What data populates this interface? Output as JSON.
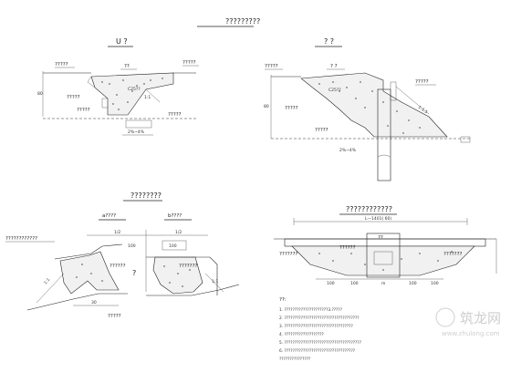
{
  "main_title": "?????????",
  "top_left": {
    "title": "U ?",
    "label_slope_top": "??",
    "label_right": "?????",
    "label_left": "?????",
    "label_mid": "?????",
    "label_low_left": "?????",
    "label_concrete": "C25??",
    "label_low_right": "?????",
    "dim_height": "80",
    "slope_ratio": "1:1",
    "gradient": "2%~4%"
  },
  "top_right": {
    "title": "? ?",
    "label_slope_top": "? ?",
    "label_right": "?????",
    "label_left": "?????",
    "label_mid": "?????",
    "label_low": "?????",
    "label_concrete": "C25??",
    "dim_height": "80",
    "slope_ratio": "1:1.5",
    "gradient": "2%~4%"
  },
  "bottom_left": {
    "title": "????????",
    "sub_a": "a????",
    "sub_b": "b????",
    "dim_top_left": "1/2",
    "dim_top_right": "1/2",
    "dim_small_left": "100",
    "dim_small_right": "100",
    "label_left": "????????????",
    "label_mid": "??????",
    "label_right": "???????",
    "label_below": "?????",
    "question": "?",
    "slope_left": "1:1",
    "slope_right": "1:1",
    "dim_bottom": "30"
  },
  "bottom_right": {
    "title": "????????????",
    "dim_top": "L—1401( 60)",
    "label_box": "??",
    "label_left": "???????",
    "label_mid": "??????",
    "label_right": "???????",
    "dim_1": "100",
    "dim_2": "100",
    "dim_3": "m",
    "dim_4": "100",
    "dim_5": "100"
  },
  "notes": {
    "heading": "??:",
    "lines": [
      "1. ?????????????????????3.?????",
      "2. ????????????????????????????????????",
      "3. ?????????????????????????????????",
      "4. ???????????????????",
      "5. ?????????????????????????????????????",
      "6. ??????????????????????????????????",
      "   ???????????????"
    ]
  },
  "watermark": {
    "text": "筑龙网",
    "url": "www.zhulong.com"
  }
}
